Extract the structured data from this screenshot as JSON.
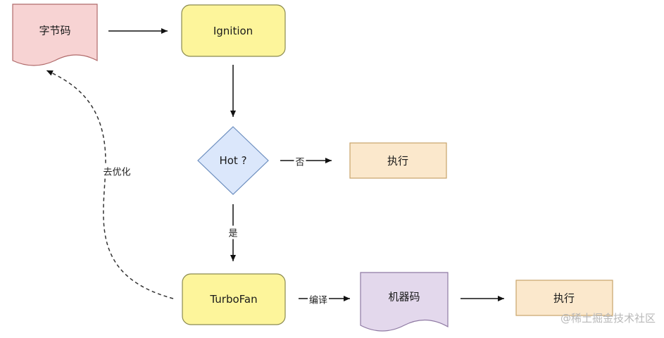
{
  "nodes": {
    "bytecode": {
      "label": "字节码",
      "fill": "#f7d3d3",
      "stroke": "#b06a6a"
    },
    "ignition": {
      "label": "Ignition",
      "fill": "#fdf59b",
      "stroke": "#8a8a50"
    },
    "hot": {
      "label": "Hot ?",
      "fill": "#dbe7fb",
      "stroke": "#6c8ebf"
    },
    "execute_top": {
      "label": "执行",
      "fill": "#fbe8cc",
      "stroke": "#c9a46a"
    },
    "turbofan": {
      "label": "TurboFan",
      "fill": "#fdf59b",
      "stroke": "#8a8a50"
    },
    "machine_code": {
      "label": "机器码",
      "fill": "#e3d8ec",
      "stroke": "#8f7aa3"
    },
    "execute_bottom": {
      "label": "执行",
      "fill": "#fbe8cc",
      "stroke": "#c9a46a"
    }
  },
  "edges": {
    "no_label": "否",
    "yes_label": "是",
    "compile_label": "编译",
    "deopt_label": "去优化"
  },
  "watermark": "@稀土掘金技术社区"
}
